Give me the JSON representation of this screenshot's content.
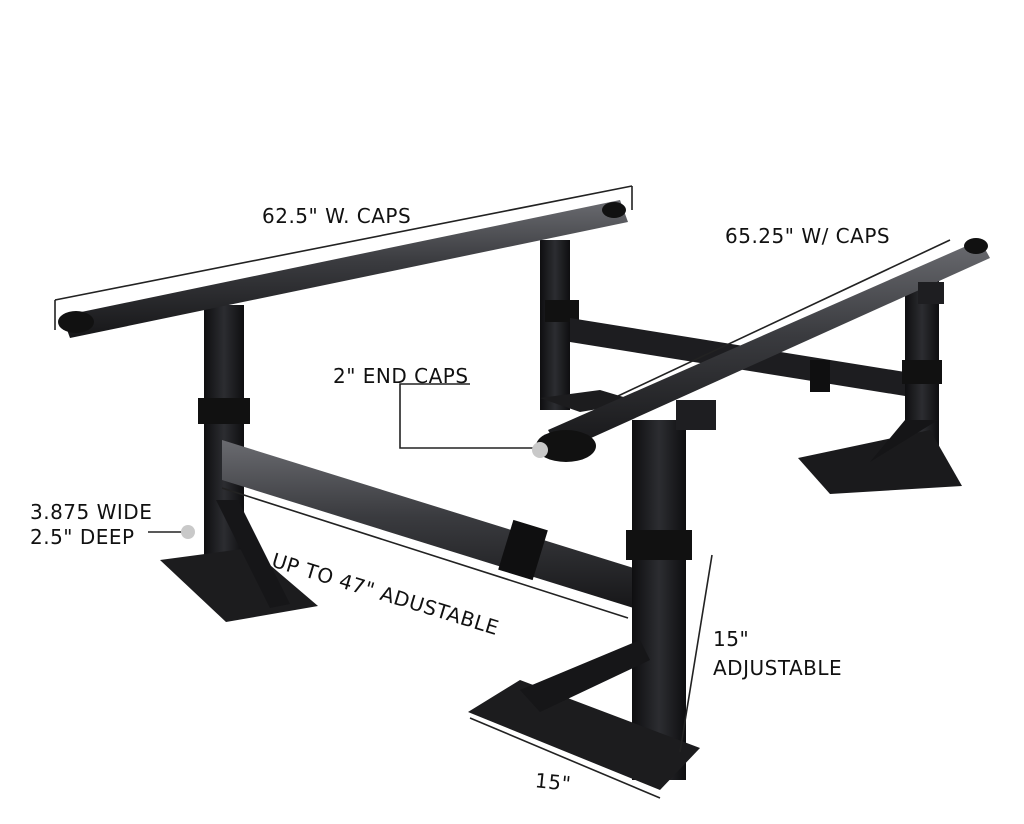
{
  "image": {
    "subject": "truck-bed-ladder-rack",
    "background": "#ffffff",
    "colors": {
      "metal": "#1b1b1d",
      "metal_highlight": "#4a4b4f",
      "dimension_line": "#222222",
      "marker_dot": "#c9c9c9"
    }
  },
  "labels": {
    "front_bar_length": "62.5\" W. CAPS",
    "rear_bar_length": "65.25\" W/ CAPS",
    "end_caps": "2\" END CAPS",
    "post_size_line1": "3.875 WIDE",
    "post_size_line2": "2.5\" DEEP",
    "crossbar_span": "UP TO 47\" ADUSTABLE",
    "height_line1": "15\"",
    "height_line2": "ADJUSTABLE",
    "base_width": "15\""
  }
}
